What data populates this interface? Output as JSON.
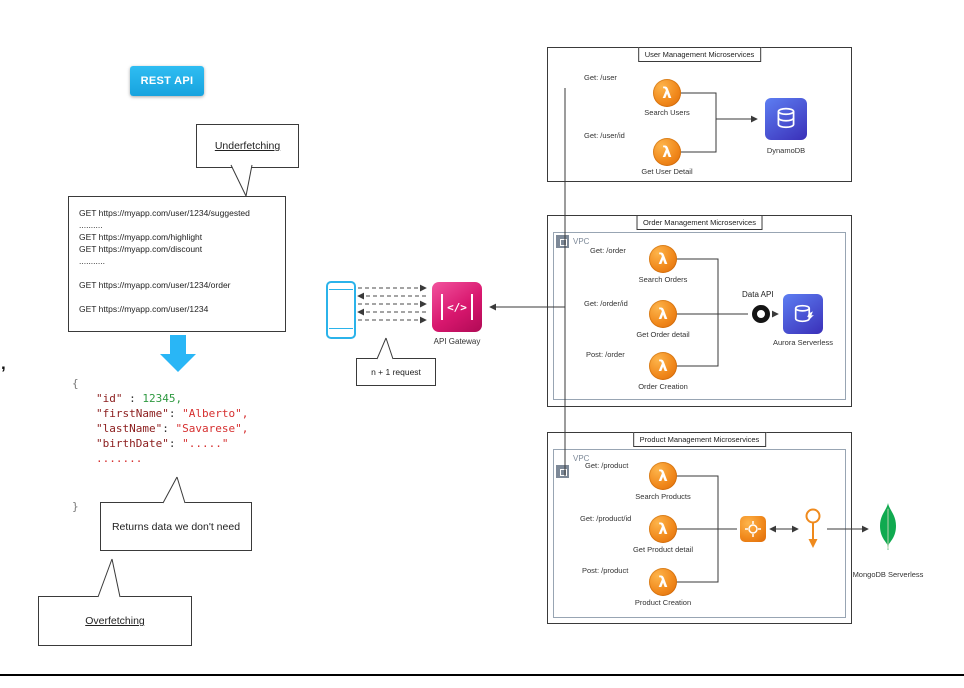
{
  "badge": {
    "label": "REST API"
  },
  "callouts": {
    "underfetching": "Underfetching",
    "overfetching": "Overfetching",
    "returns": "Returns data we don't need",
    "n1": "n + 1 request"
  },
  "requests": {
    "lines": [
      "GET https://myapp.com/user/1234/suggested",
      "..........",
      "GET https://myapp.com/highlight",
      "GET https://myapp.com/discount",
      "...........",
      "GET https://myapp.com/user/1234/order",
      "GET https://myapp.com/user/1234"
    ]
  },
  "code": {
    "open": "{",
    "close": "}",
    "l1": {
      "k": "\"id\"",
      "s": " : ",
      "v": "12345,"
    },
    "l2": {
      "k": "\"firstName\"",
      "s": ": ",
      "v": "\"Alberto\","
    },
    "l3": {
      "k": "\"lastName\"",
      "s": ": ",
      "v": "\"Savarese\","
    },
    "l4": {
      "k": "\"birthDate\"",
      "s": ": ",
      "v": "\".....\""
    },
    "l5": "......."
  },
  "misc": {
    "comma": ","
  },
  "client": {
    "gateway_label": "API Gateway"
  },
  "groups": [
    {
      "title": "User Management Microservices",
      "routes": [
        {
          "method": "Get: /user",
          "label": "Search Users"
        },
        {
          "method": "Get: /user/id",
          "label": "Get User Detail"
        }
      ],
      "db": "DynamoDB"
    },
    {
      "title": "Order Management Microservices",
      "vpc": "VPC",
      "routes": [
        {
          "method": "Get: /order",
          "label": "Search Orders"
        },
        {
          "method": "Get: /order/id",
          "label": "Get Order detail"
        },
        {
          "method": "Post: /order",
          "label": "Order Creation"
        }
      ],
      "data_api": "Data API",
      "db": "Aurora Serverless"
    },
    {
      "title": "Product Management Microservices",
      "vpc": "VPC",
      "routes": [
        {
          "method": "Get: /product",
          "label": "Search Products"
        },
        {
          "method": "Get: /product/id",
          "label": "Get Product detail"
        },
        {
          "method": "Post: /product",
          "label": "Product Creation"
        }
      ],
      "db": "MongoDB Serverless"
    }
  ],
  "colors": {
    "accent_blue": "#29b6f6",
    "lambda_orange": "#ed7100",
    "gateway_pink": "#e7157b",
    "database_blue": "#3b48cc",
    "mongo_green": "#10aa50"
  }
}
